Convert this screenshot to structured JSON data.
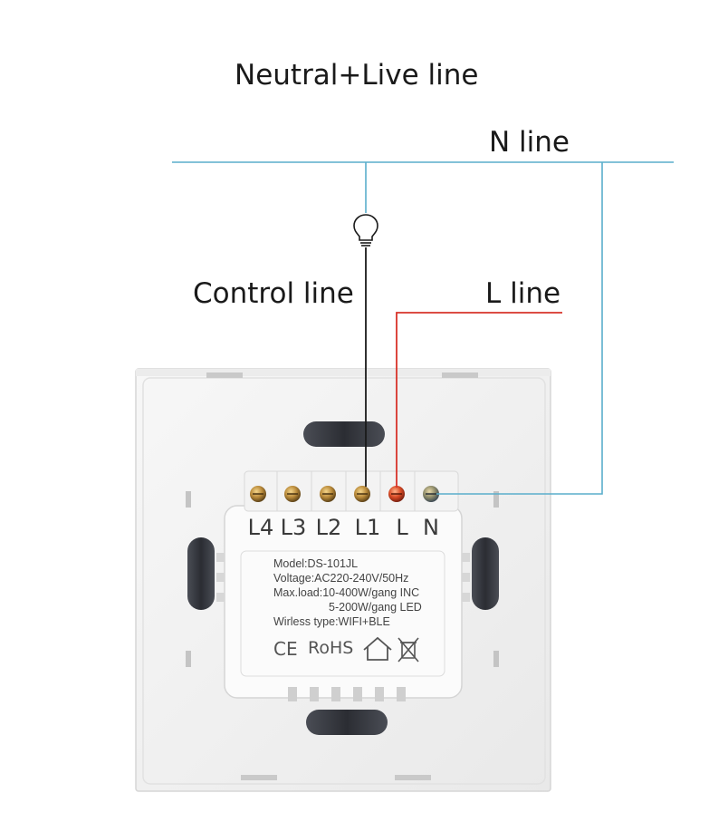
{
  "labels": {
    "title": "Neutral+Live line",
    "n_line": "N line",
    "control_line": "Control line",
    "l_line": "L line"
  },
  "terminals": [
    "L4",
    "L3",
    "L2",
    "L1",
    "L",
    "N"
  ],
  "specs": {
    "model": "Model:DS-101JL",
    "voltage": "Voltage:AC220-240V/50Hz",
    "maxload_inc": "Max.load:10-400W/gang  INC",
    "maxload_led": "5-200W/gang  LED",
    "wireless": "Wirless type:WIFI+BLE"
  },
  "certifications": {
    "ce": "CE",
    "rohs": "RoHS"
  },
  "colors": {
    "n_wire": "#5aaecb",
    "l_wire": "#d8332a",
    "control_wire": "#1a1a1a"
  }
}
